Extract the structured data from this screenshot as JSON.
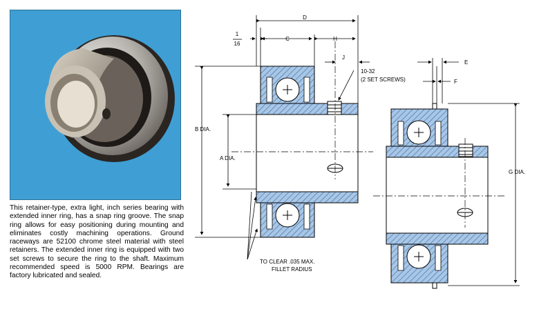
{
  "description": "This retainer-type, extra light, inch series bearing with extended inner ring, has a snap ring groove. The snap ring allows for easy positioning during mounting and eliminates costly machining operations. Ground raceways are 52100 chrome steel material with steel retainers. The extended inner ring is equipped with two set screws to secure the ring to the shaft. Maximum recommended speed is 5000 RPM. Bearings are factory lubricated and sealed.",
  "dimension_labels": {
    "d": "D",
    "fraction_top": "1",
    "fraction_bottom": "16",
    "c": "C",
    "h": "H",
    "j": "J",
    "set_screws_size": "10-32",
    "set_screws_note": "(2 SET SCREWS)",
    "b_dia": "B DIA.",
    "a_dia": "A DIA.",
    "clearance_line1": "TO CLEAR .035 MAX.",
    "clearance_line2": "FILLET RADIUS",
    "e": "E",
    "f": "F",
    "g_dia": "G DIA."
  },
  "colors": {
    "photo_background": "#3f9fd4",
    "section_fill": "#a8c6e6",
    "hatch": "#3c6a9e"
  }
}
